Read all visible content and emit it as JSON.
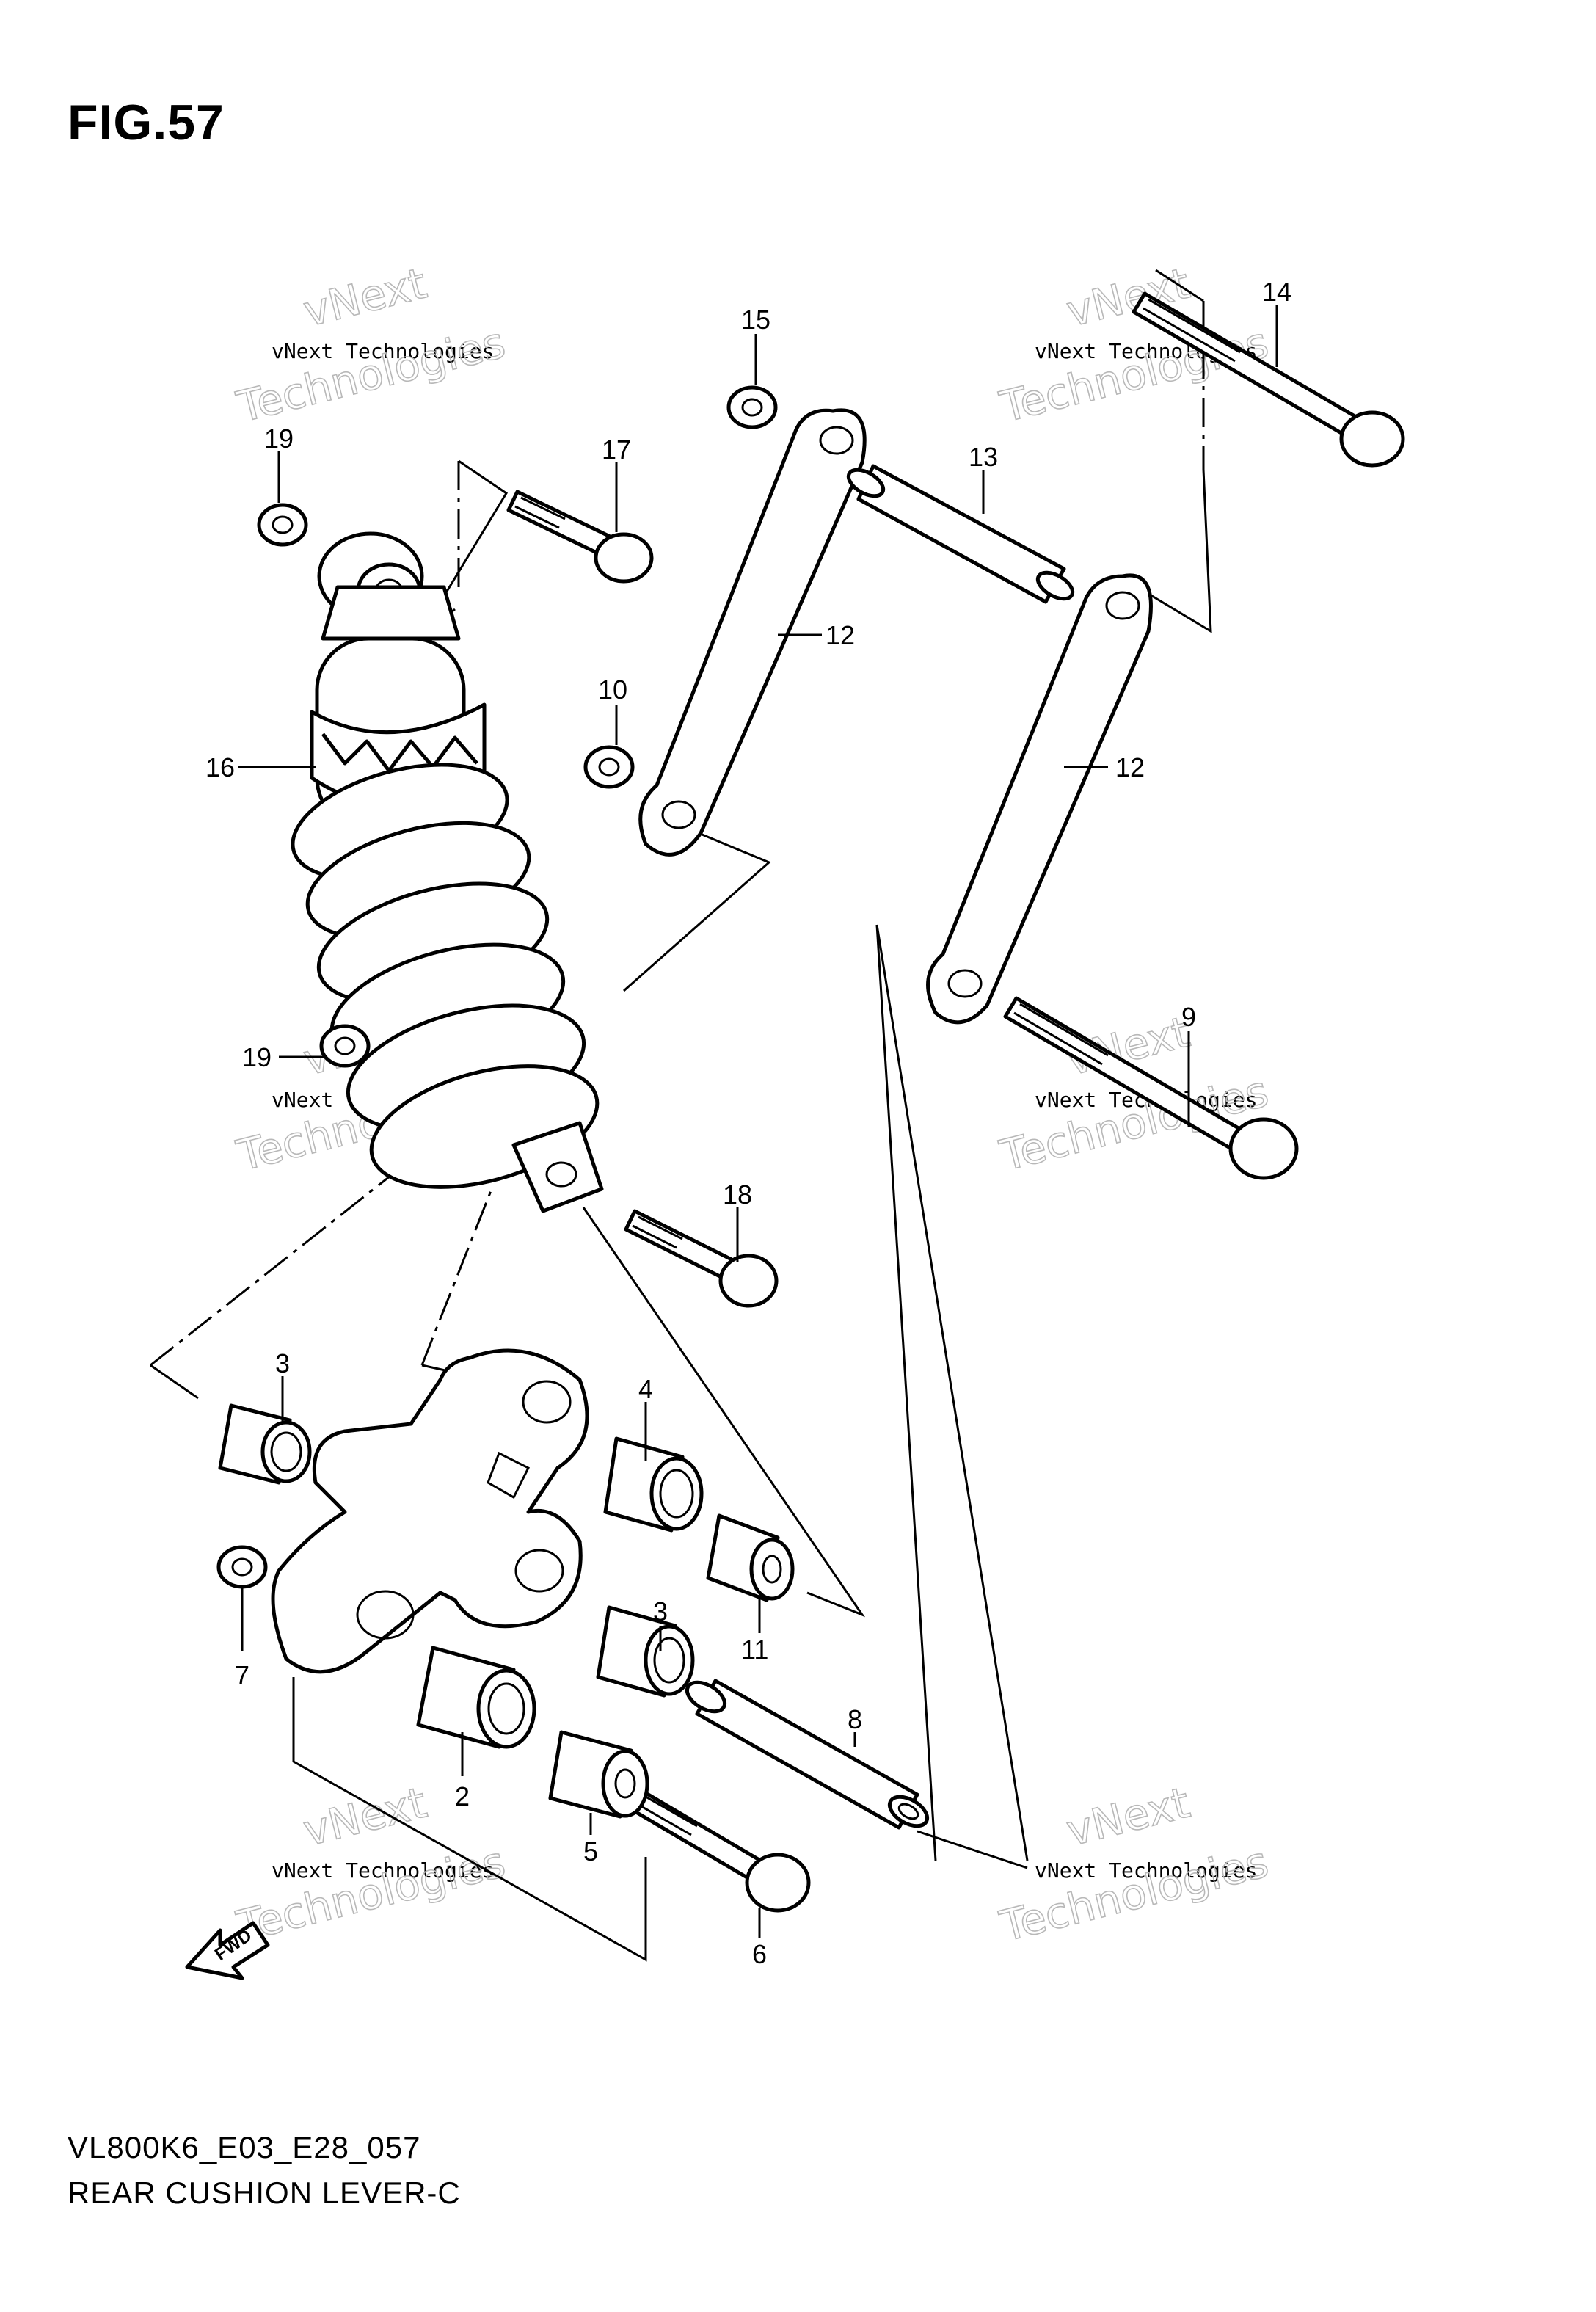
{
  "figure": {
    "title": "FIG.57"
  },
  "footer": {
    "model_code": "VL800K6_E03_E28_057",
    "section_name": "REAR CUSHION LEVER-C"
  },
  "watermark": {
    "line1": "vNext Technologies",
    "line2": "vNext",
    "line3": "Technologies"
  },
  "fwd_arrow_label": "FWD",
  "callouts": [
    "2",
    "3",
    "3",
    "4",
    "5",
    "6",
    "7",
    "8",
    "9",
    "10",
    "11",
    "12",
    "12",
    "13",
    "14",
    "15",
    "16",
    "17",
    "18",
    "19",
    "19"
  ]
}
